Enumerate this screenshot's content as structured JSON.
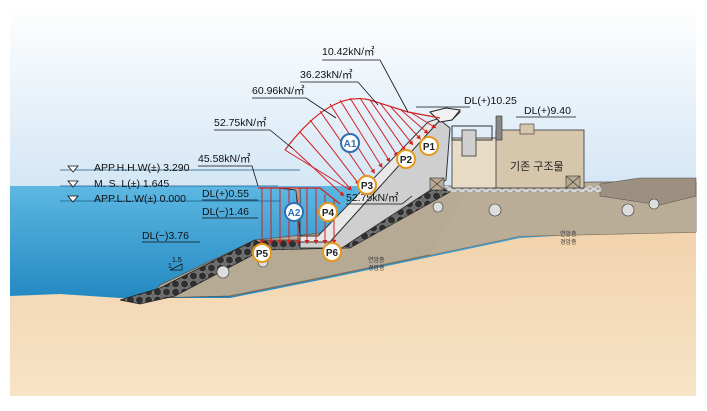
{
  "loads": {
    "q1": "10.42kN/㎡",
    "q2": "36.23kN/㎡",
    "q3": "60.96kN/㎡",
    "q4": "52.75kN/㎡",
    "q5": "45.58kN/㎡",
    "q6": "52.75kN/㎡"
  },
  "water_levels": {
    "hhw": "APP.H.H.W(±) 3.290",
    "msl": "M.  S.  L(±) 1.645",
    "llw": "APP.L.L.W(±) 0.000"
  },
  "elevations": {
    "crest_high": "DL(+)10.25",
    "crest_low": "DL(+)9.40",
    "d1": "DL(+)0.55",
    "d2": "DL(−)1.46",
    "d3": "DL(−)3.76"
  },
  "areas": {
    "a1": "A1",
    "a2": "A2"
  },
  "points": {
    "p1": "P1",
    "p2": "P2",
    "p3": "P3",
    "p4": "P4",
    "p5": "P5",
    "p6": "P6"
  },
  "structure_label": "기존 구조물",
  "slope": {
    "v": "1",
    "h": "1.5"
  },
  "soil": {
    "layer1_top": "연암층",
    "layer1_bottom": "경암층",
    "layer2_top": "연암층",
    "layer2_bottom": "경암층"
  },
  "colors": {
    "sky": "#cfe3f3",
    "sea": "#3aa0d2",
    "sand": "#f2d6b2",
    "rubble": "#b8a88f",
    "armor": "#4a4a4a",
    "concrete": "#d8d8d8",
    "load_line": "#d32121",
    "marker_ring": "#e59a1c",
    "area_ring": "#2f6fb3"
  }
}
